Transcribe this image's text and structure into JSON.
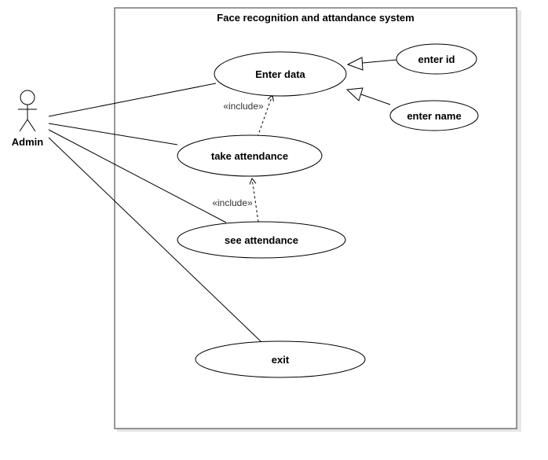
{
  "diagram": {
    "system_title": "Face recognition and attandance system",
    "actor": {
      "name": "Admin"
    },
    "use_cases": {
      "enter_data": "Enter data",
      "enter_id": "enter id",
      "enter_name": "enter name",
      "take_attendance": "take attendance",
      "see_attendance": "see attendance",
      "exit": "exit"
    },
    "relations": {
      "include_1": "«include»",
      "include_2": "«include»"
    }
  }
}
